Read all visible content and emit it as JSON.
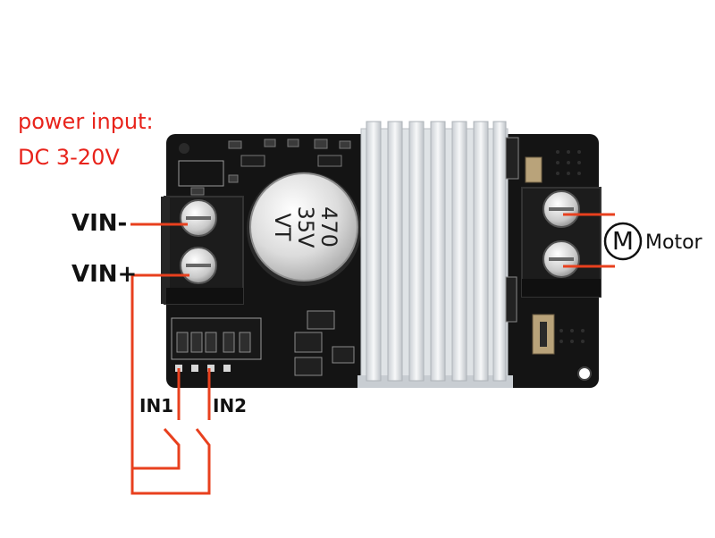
{
  "power_label": {
    "line1": "power input:",
    "line2": "DC 3-20V"
  },
  "pins": {
    "vin_minus": "VIN-",
    "vin_plus": "VIN+",
    "in1": "IN1",
    "in2": "IN2"
  },
  "motor": {
    "symbol": "M",
    "label": "Motor"
  },
  "capacitor": {
    "line1": "470",
    "line2": "35V",
    "line3": "VT"
  },
  "colors": {
    "wire": "#e8401e",
    "board": "#141414",
    "label_red": "#e8231b",
    "heatsink": "#e9ecef"
  }
}
